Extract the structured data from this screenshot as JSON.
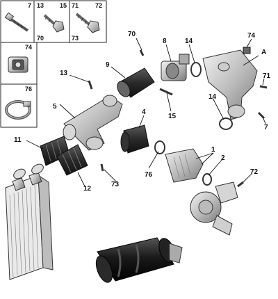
{
  "hardware_panel": {
    "cell_top_1": "7",
    "cell_top_2a": "13",
    "cell_top_2b": "15",
    "cell_top_2c": "70",
    "cell_top_3a": "71",
    "cell_top_3b": "72",
    "cell_top_3c": "73",
    "cell_mid": "74",
    "cell_bot": "76"
  },
  "callouts": {
    "c70": "70",
    "c8": "8",
    "c14a": "14",
    "c74": "74",
    "cA": "A",
    "c9": "9",
    "c13": "13",
    "c71": "71",
    "c5": "5",
    "c4": "4",
    "c14b": "14",
    "c15": "15",
    "c7": "7",
    "c11": "11",
    "c1": "1",
    "c2": "2",
    "c12": "12",
    "c73": "73",
    "c76": "76",
    "c72": "72"
  }
}
